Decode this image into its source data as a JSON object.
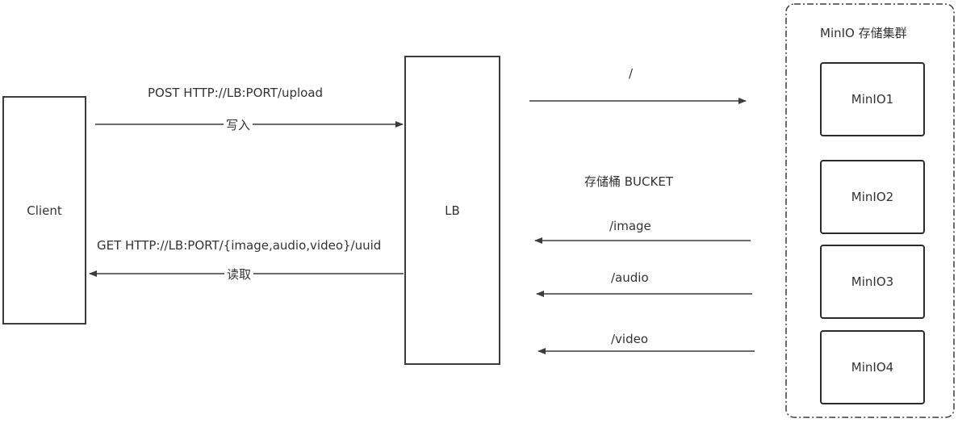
{
  "client": {
    "label": "Client"
  },
  "lb": {
    "label": "LB"
  },
  "cluster": {
    "title": "MinIO 存储集群",
    "nodes": [
      "MinIO1",
      "MinIO2",
      "MinIO3",
      "MinIO4"
    ]
  },
  "upload": {
    "request": "POST HTTP://LB:PORT/upload",
    "action": "写入"
  },
  "download": {
    "request": "GET HTTP://LB:PORT/{image,audio,video}/uuid",
    "action": "读取"
  },
  "forward": {
    "path": "/"
  },
  "buckets": {
    "title": "存储桶 BUCKET",
    "paths": [
      "/image",
      "/audio",
      "/video"
    ]
  },
  "colors": {
    "line": "#3c3c3c",
    "box_border": "#3c3c3c",
    "text": "#333333"
  }
}
